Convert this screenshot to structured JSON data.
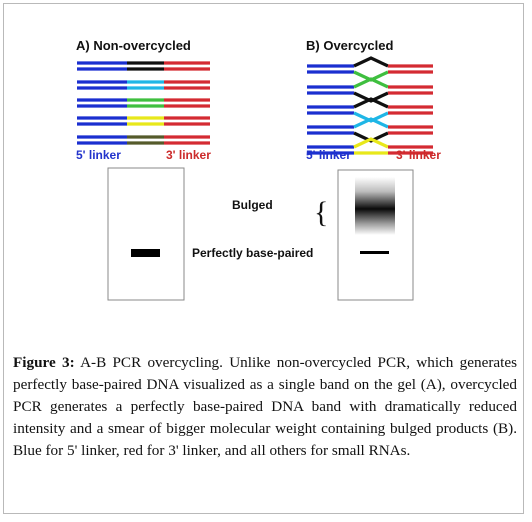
{
  "figure": {
    "panel_a_title": "A) Non-overcycled",
    "panel_b_title": "B) Overcycled",
    "five_prime_label_a": "5' linker",
    "three_prime_label_a": "3' linker",
    "five_prime_label_b": "5' linker",
    "three_prime_label_b": "3' linker",
    "bulged_label": "Bulged",
    "base_paired_label": "Perfectly base-paired",
    "brace_glyph": "{"
  },
  "colors": {
    "five_prime": "#1a2fd0",
    "three_prime": "#d42a32",
    "insert_green": "#3fbf3f",
    "insert_cyan": "#1fb6e6",
    "insert_yellow": "#e8e81a",
    "insert_dark": "#101010",
    "insert_olive": "#555a2a",
    "five_prime_label": "#2233cc",
    "three_prime_label": "#cc2a2a"
  },
  "caption": {
    "label": "Figure 3:",
    "text": " A-B PCR overcycling. Unlike non-overcycled PCR, which generates perfectly base-paired DNA visualized as a single band on the gel (A), overcycled PCR generates a perfectly base-paired DNA band with dramatically reduced intensity and a smear of bigger molecular weight containing bulged products (B). Blue for 5' linker, red for 3' linker, and all others for small RNAs."
  }
}
